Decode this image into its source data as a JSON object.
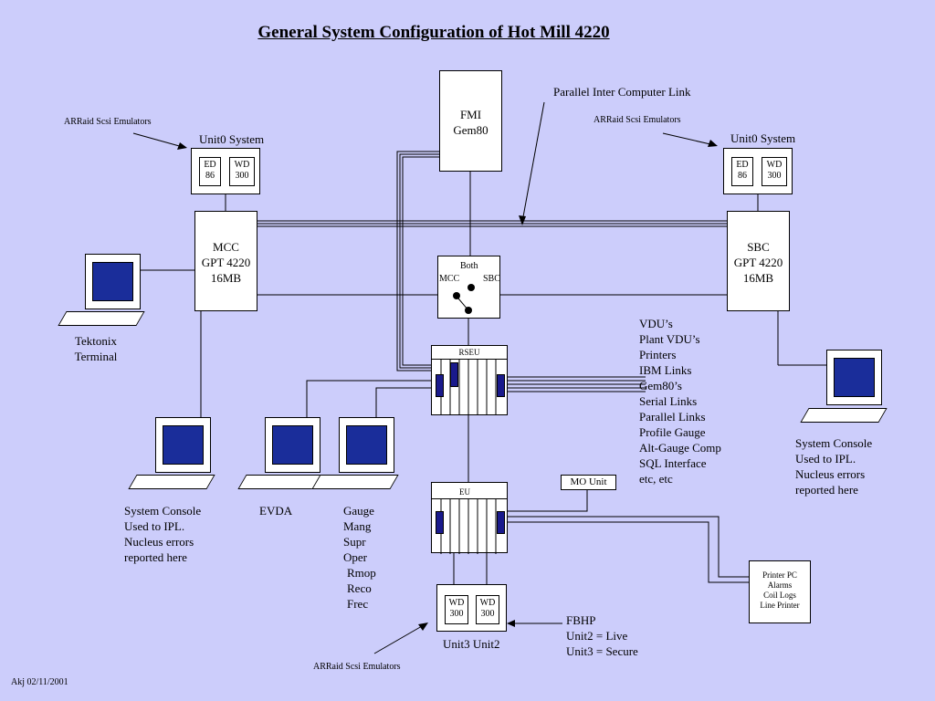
{
  "title": "General System Configuration of Hot Mill 4220",
  "footer": "Akj 02/11/2001",
  "parallel_link_label": "Parallel Inter Computer Link",
  "arraid_left": "ARRaid Scsi Emulators",
  "arraid_right": "ARRaid Scsi Emulators",
  "arraid_bottom": "ARRaid Scsi Emulators",
  "unit0_left": {
    "label": "Unit0  System",
    "drive1": [
      "ED",
      "86"
    ],
    "drive2": [
      "WD",
      "300"
    ]
  },
  "unit0_right": {
    "label": "Unit0  System",
    "drive1": [
      "ED",
      "86"
    ],
    "drive2": [
      "WD",
      "300"
    ]
  },
  "fmi": [
    "FMI",
    "Gem80"
  ],
  "mcc": [
    "MCC",
    "GPT 4220",
    "16MB"
  ],
  "sbc": [
    "SBC",
    "GPT 4220",
    "16MB"
  ],
  "switch": {
    "both": "Both",
    "mcc": "MCC",
    "sbc": "SBC"
  },
  "rseu": "RSEU",
  "eu": "EU",
  "mo_unit": "MO Unit",
  "printer_pc": [
    "Printer PC",
    "Alarms",
    "Coil Logs",
    "Line Printer"
  ],
  "rseu_links": [
    "VDU’s",
    "Plant VDU’s",
    "Printers",
    "IBM Links",
    "Gem80’s",
    "Serial Links",
    "Parallel Links",
    "Profile Gauge",
    "Alt-Gauge Comp",
    "SQL Interface",
    "etc, etc"
  ],
  "tektonix": [
    "Tektonix",
    "Terminal"
  ],
  "console_left": [
    "System Console",
    "Used to IPL.",
    "Nucleus errors",
    "reported here"
  ],
  "console_right": [
    "System Console",
    "Used to IPL.",
    "Nucleus errors",
    "reported here"
  ],
  "evda": "EVDA",
  "gauge_list": [
    "Gauge",
    "Mang",
    "Supr",
    "Oper",
    "Rmop",
    "Reco",
    "Frec"
  ],
  "unit23": {
    "drive1": [
      "WD",
      "300"
    ],
    "drive2": [
      "WD",
      "300"
    ],
    "label": "Unit3 Unit2"
  },
  "fbhp": [
    "FBHP",
    "Unit2 = Live",
    "Unit3 = Secure"
  ],
  "colors": {
    "background": "#cccdfb",
    "screen": "#1a2d9a",
    "slot": "#1a1a8c"
  }
}
